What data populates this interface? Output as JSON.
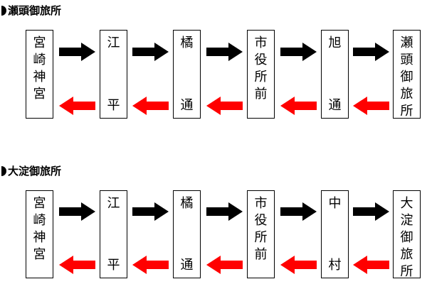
{
  "sections": [
    {
      "title": "瀬頭御旅所",
      "stops": [
        {
          "top": [
            "宮",
            "崎",
            "神",
            "宮"
          ],
          "bottom": []
        },
        {
          "top": [
            "江"
          ],
          "bottom": [
            "平"
          ]
        },
        {
          "top": [
            "橘"
          ],
          "bottom": [
            "通"
          ]
        },
        {
          "top": [
            "市",
            "役",
            "所",
            "前"
          ],
          "bottom": []
        },
        {
          "top": [
            "旭"
          ],
          "bottom": [
            "通"
          ]
        },
        {
          "top": [
            "瀬",
            "頭",
            "御",
            "旅",
            "所"
          ],
          "bottom": []
        }
      ]
    },
    {
      "title": "大淀御旅所",
      "stops": [
        {
          "top": [
            "宮",
            "崎",
            "神",
            "宮"
          ],
          "bottom": []
        },
        {
          "top": [
            "江"
          ],
          "bottom": [
            "平"
          ]
        },
        {
          "top": [
            "橘"
          ],
          "bottom": [
            "通"
          ]
        },
        {
          "top": [
            "市",
            "役",
            "所",
            "前"
          ],
          "bottom": []
        },
        {
          "top": [
            "中"
          ],
          "bottom": [
            "村"
          ]
        },
        {
          "top": [
            "大",
            "淀",
            "御",
            "旅",
            "所"
          ],
          "bottom": []
        }
      ]
    }
  ],
  "colors": {
    "forward_arrow": "#000000",
    "return_arrow": "#ff0000",
    "box_border": "#000000"
  },
  "icons": {
    "forward": "right-arrow-icon",
    "return": "left-arrow-icon"
  }
}
